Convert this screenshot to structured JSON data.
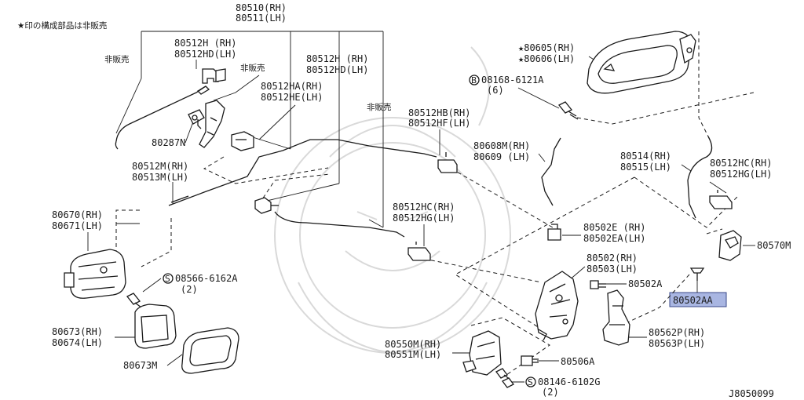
{
  "note": "★印の構成部品は非販売",
  "diagram_id": "J8050099",
  "labels": {
    "p80510": [
      "80510(RH)",
      "80511(LH)"
    ],
    "p80512h_a": [
      "80512H (RH)",
      "80512HD(LH)"
    ],
    "hihanbai_a": "非販売",
    "hihanbai_b": "非販売",
    "hihanbai_c": "非販売",
    "p80512ha": [
      "80512HA(RH)",
      "80512HE(LH)"
    ],
    "p80512h_b": [
      "80512H (RH)",
      "80512HD(LH)"
    ],
    "p80287n": "80287N",
    "p80512m": [
      "80512M(RH)",
      "80513M(LH)"
    ],
    "p80670": [
      "80670(RH)",
      "80671(LH)"
    ],
    "p08566": [
      "08566-6162A",
      "(2)"
    ],
    "p80673": [
      "80673(RH)",
      "80674(LH)"
    ],
    "p80673m": "80673M",
    "p80605": [
      "★80605(RH)",
      "★80606(LH)"
    ],
    "p08168": [
      "08168-6121A",
      "(6)"
    ],
    "p80512hb": [
      "80512HB(RH)",
      "80512HF(LH)"
    ],
    "p80608m": [
      "80608M(RH)",
      "80609 (LH)"
    ],
    "p80514": [
      "80514(RH)",
      "80515(LH)"
    ],
    "p80512hc_a": [
      "80512HC(RH)",
      "80512HG(LH)"
    ],
    "p80512hc_b": [
      "80512HC(RH)",
      "80512HG(LH)"
    ],
    "p80502e": [
      "80502E (RH)",
      "80502EA(LH)"
    ],
    "p80570m": "80570M",
    "p80502": [
      "80502(RH)",
      "80503(LH)"
    ],
    "p80502a": "80502A",
    "p80502aa": "80502AA",
    "p80562p": [
      "80562P(RH)",
      "80563P(LH)"
    ],
    "p80550m": [
      "80550M(RH)",
      "80551M(LH)"
    ],
    "p80506a": "80506A",
    "p08146": [
      "08146-6102G",
      "(2)"
    ]
  },
  "circle_markers": {
    "s": "S",
    "b": "B"
  },
  "colors": {
    "line": "#1a1a1a",
    "highlight": "#a9b6e2",
    "watermark": "#d9d9d9"
  }
}
